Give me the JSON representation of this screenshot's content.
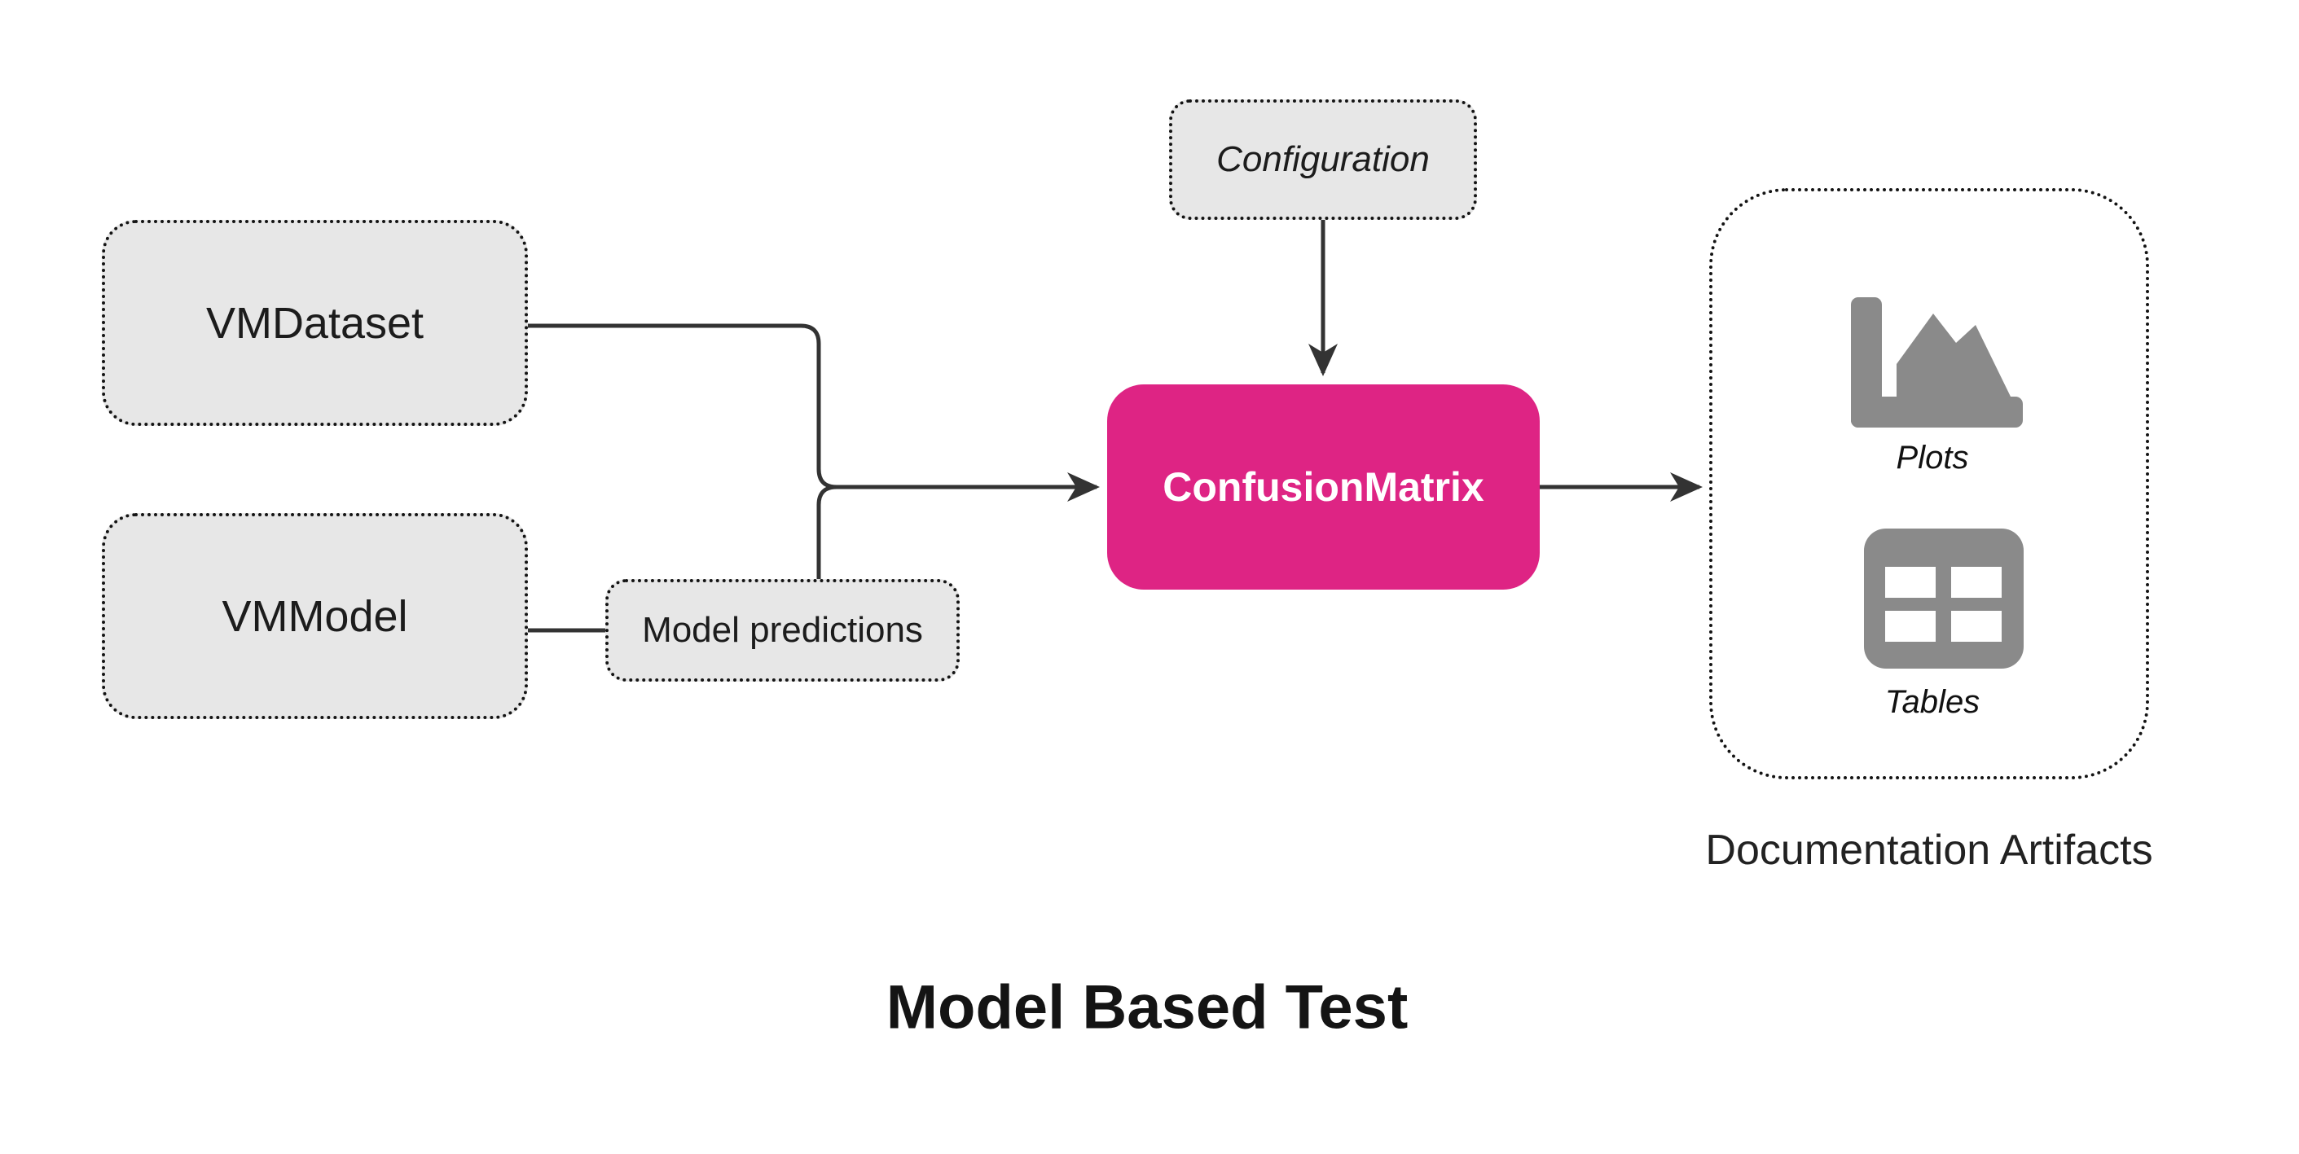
{
  "diagram": {
    "title": "Model Based Test",
    "nodes": {
      "vmdataset": {
        "label": "VMDataset"
      },
      "vmmodel": {
        "label": "VMModel"
      },
      "model_predictions": {
        "label": "Model predictions"
      },
      "configuration": {
        "label": "Configuration"
      },
      "confusion_matrix": {
        "label": "ConfusionMatrix"
      },
      "doc_artifacts": {
        "caption": "Documentation Artifacts",
        "items": [
          {
            "icon": "area-chart-icon",
            "label": "Plots"
          },
          {
            "icon": "table-icon",
            "label": "Tables"
          }
        ]
      }
    },
    "edges": [
      {
        "from": "VMDataset",
        "to": "ConfusionMatrix",
        "arrow": true
      },
      {
        "from": "VMModel",
        "to": "Model predictions",
        "arrow": false
      },
      {
        "from": "Model predictions",
        "to": "ConfusionMatrix",
        "arrow": true
      },
      {
        "from": "Configuration",
        "to": "ConfusionMatrix",
        "arrow": true
      },
      {
        "from": "ConfusionMatrix",
        "to": "Documentation Artifacts",
        "arrow": true
      }
    ],
    "colors": {
      "node_fill": "#e7e7e7",
      "node_border": "#141414",
      "accent_pink": "#de2484",
      "accent_text": "#ffffff",
      "icon_gray": "#8a8a8a",
      "connector": "#333333",
      "text": "#1c1c1c"
    }
  }
}
